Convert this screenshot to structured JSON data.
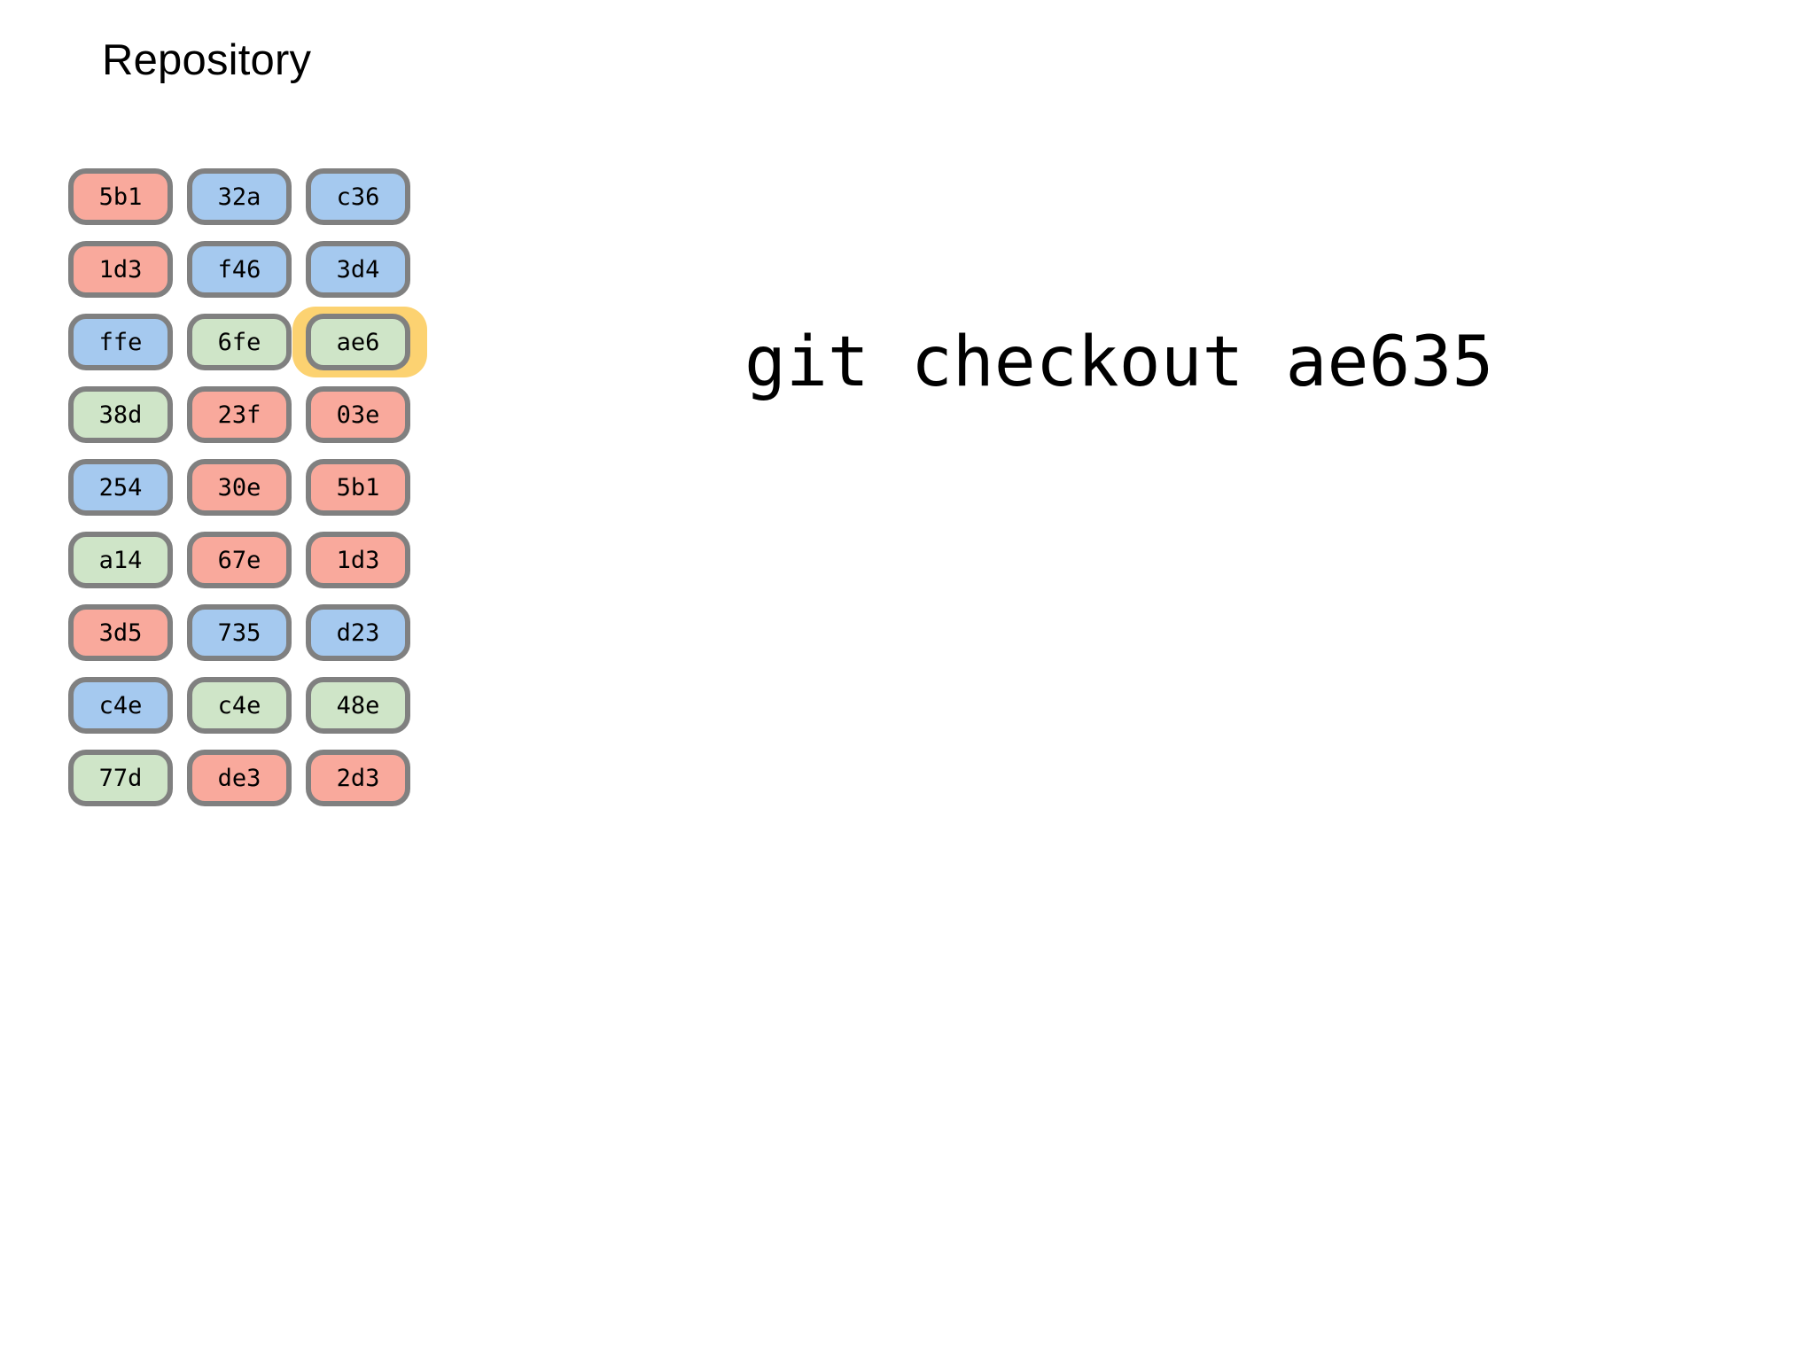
{
  "title": "Repository",
  "command": "git checkout ae635",
  "colors": {
    "red": "#f9a99c",
    "blue": "#a5c9ef",
    "green": "#cfe5c8",
    "border": "#808080",
    "highlight": "#fcd271",
    "background": "#ffffff",
    "text": "#000000"
  },
  "grid": {
    "columns": 3,
    "rows": 9,
    "cells": [
      {
        "label": "5b1",
        "color": "red",
        "highlighted": false
      },
      {
        "label": "32a",
        "color": "blue",
        "highlighted": false
      },
      {
        "label": "c36",
        "color": "blue",
        "highlighted": false
      },
      {
        "label": "1d3",
        "color": "red",
        "highlighted": false
      },
      {
        "label": "f46",
        "color": "blue",
        "highlighted": false
      },
      {
        "label": "3d4",
        "color": "blue",
        "highlighted": false
      },
      {
        "label": "ffe",
        "color": "blue",
        "highlighted": false
      },
      {
        "label": "6fe",
        "color": "green",
        "highlighted": false
      },
      {
        "label": "ae6",
        "color": "green",
        "highlighted": true
      },
      {
        "label": "38d",
        "color": "green",
        "highlighted": false
      },
      {
        "label": "23f",
        "color": "red",
        "highlighted": false
      },
      {
        "label": "03e",
        "color": "red",
        "highlighted": false
      },
      {
        "label": "254",
        "color": "blue",
        "highlighted": false
      },
      {
        "label": "30e",
        "color": "red",
        "highlighted": false
      },
      {
        "label": "5b1",
        "color": "red",
        "highlighted": false
      },
      {
        "label": "a14",
        "color": "green",
        "highlighted": false
      },
      {
        "label": "67e",
        "color": "red",
        "highlighted": false
      },
      {
        "label": "1d3",
        "color": "red",
        "highlighted": false
      },
      {
        "label": "3d5",
        "color": "red",
        "highlighted": false
      },
      {
        "label": "735",
        "color": "blue",
        "highlighted": false
      },
      {
        "label": "d23",
        "color": "blue",
        "highlighted": false
      },
      {
        "label": "c4e",
        "color": "blue",
        "highlighted": false
      },
      {
        "label": "c4e",
        "color": "green",
        "highlighted": false
      },
      {
        "label": "48e",
        "color": "green",
        "highlighted": false
      },
      {
        "label": "77d",
        "color": "green",
        "highlighted": false
      },
      {
        "label": "de3",
        "color": "red",
        "highlighted": false
      },
      {
        "label": "2d3",
        "color": "red",
        "highlighted": false
      }
    ]
  }
}
